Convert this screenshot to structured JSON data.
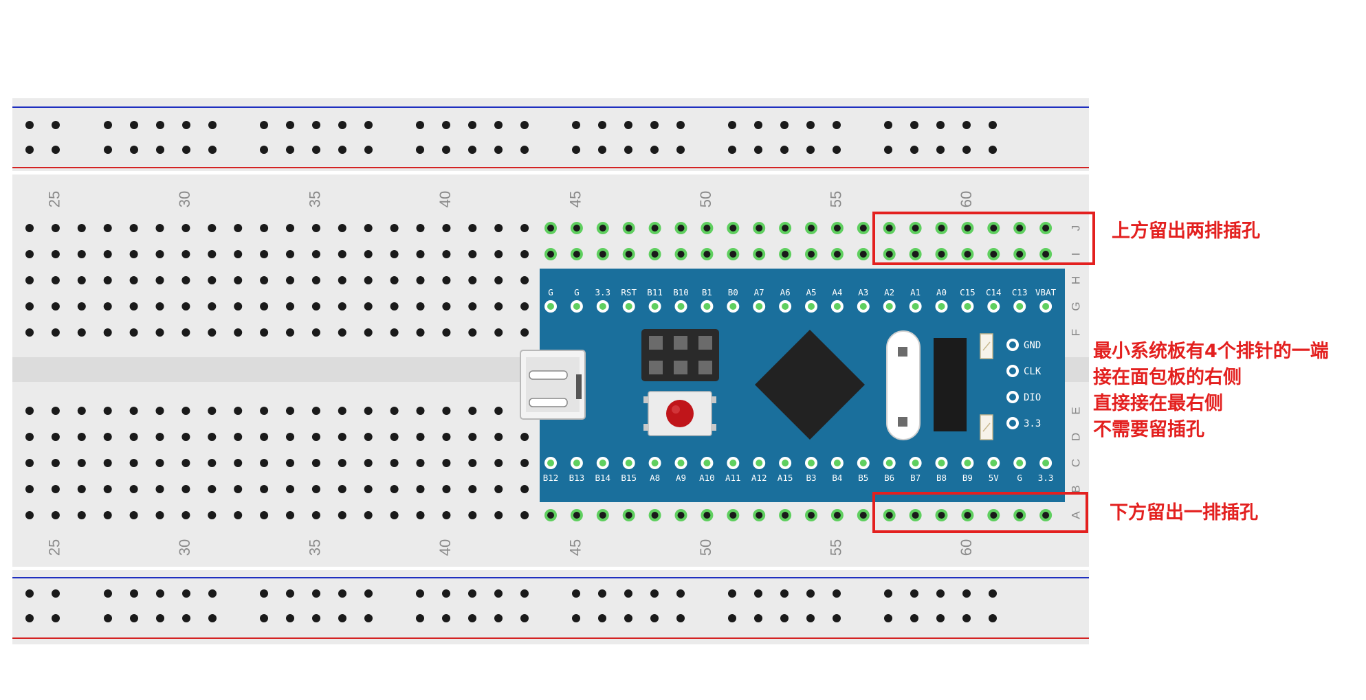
{
  "annotations": {
    "top": "上方留出两排插孔",
    "bottom": "下方留出一排插孔",
    "side": [
      "最小系统板有4个排针的一端",
      "接在面包板的右侧",
      "直接接在最右侧",
      "不需要留插孔"
    ]
  },
  "breadboard": {
    "column_numbers": [
      "25",
      "30",
      "35",
      "40",
      "45",
      "50",
      "55",
      "60"
    ],
    "row_letters_top": [
      "J",
      "I",
      "H",
      "G",
      "F"
    ],
    "row_letters_bottom": [
      "E",
      "D",
      "C",
      "B",
      "A"
    ]
  },
  "mcu_board": {
    "top_pins": [
      "G",
      "G",
      "3.3",
      "RST",
      "B11",
      "B10",
      "B1",
      "B0",
      "A7",
      "A6",
      "A5",
      "A4",
      "A3",
      "A2",
      "A1",
      "A0",
      "C15",
      "C14",
      "C13",
      "VBAT"
    ],
    "bottom_pins": [
      "B12",
      "B13",
      "B14",
      "B15",
      "A8",
      "A9",
      "A10",
      "A11",
      "A12",
      "A15",
      "B3",
      "B4",
      "B5",
      "B6",
      "B7",
      "B8",
      "B9",
      "5V",
      "G",
      "3.3"
    ],
    "side_pins": [
      "GND",
      "CLK",
      "DIO",
      "3.3"
    ]
  },
  "colors": {
    "accent": "#e3201f",
    "board_blue": "#1a6f9c",
    "hole": "#1a1a1a",
    "hole_active": "#5fcf5f",
    "rail_blue": "#1f2fbf",
    "rail_red": "#d42323"
  }
}
